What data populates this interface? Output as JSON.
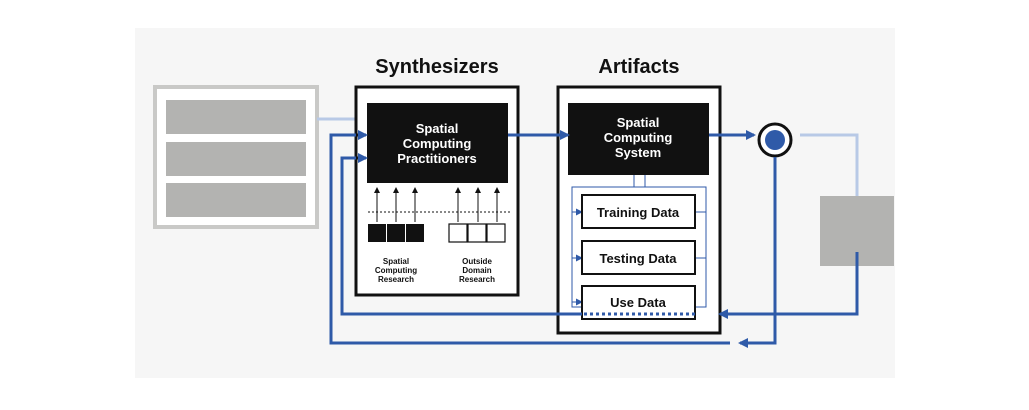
{
  "synthesizers": {
    "title": "Synthesizers",
    "practitioners": [
      "Spatial",
      "Computing",
      "Practitioners"
    ],
    "research_left": [
      "Spatial",
      "Computing",
      "Research"
    ],
    "research_right": [
      "Outside",
      "Domain",
      "Research"
    ]
  },
  "artifacts": {
    "title": "Artifacts",
    "system": [
      "Spatial",
      "Computing",
      "System"
    ],
    "training": "Training Data",
    "testing": "Testing Data",
    "use": "Use Data"
  },
  "colors": {
    "blue": "#2f5aa8",
    "light_blue": "#b8c9e6",
    "gray": "#b3b3b1",
    "gray_border": "#c9c9c7",
    "black": "#111111",
    "background_panel": "#f6f6f6"
  }
}
